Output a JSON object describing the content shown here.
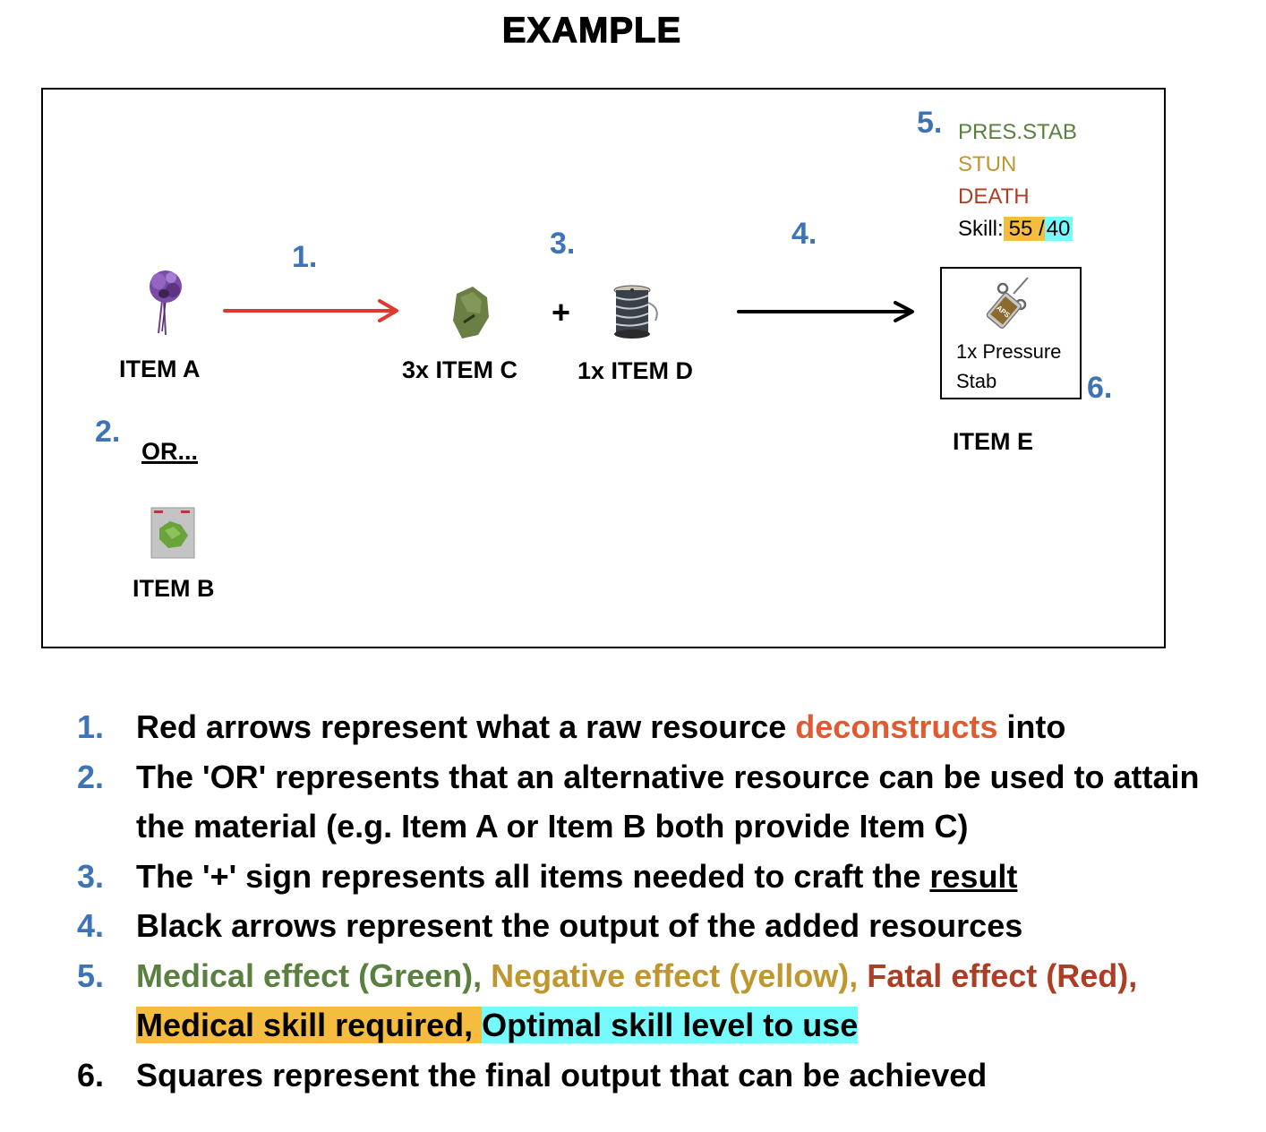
{
  "title": "EXAMPLE",
  "diagram": {
    "markers": {
      "m1": "1.",
      "m2": "2.",
      "m3": "3.",
      "m4": "4.",
      "m5": "5.",
      "m6": "6."
    },
    "items": {
      "a": "ITEM A",
      "b": "ITEM B",
      "c": "3x ITEM C",
      "d": "1x ITEM D",
      "e": "ITEM E"
    },
    "or_label": "OR...",
    "plus_sign": "+",
    "output_box": {
      "line1": "1x Pressure",
      "line2": "Stab",
      "icon_label": "APS"
    },
    "effects": {
      "medical": "PRES.STAB",
      "negative": "STUN",
      "fatal": "DEATH",
      "skill_label": "Skill:",
      "skill_required": "55 /",
      "skill_optimal": "40"
    },
    "arrows": [
      {
        "from": "ITEM A",
        "to": "3x ITEM C",
        "color": "#dd3a2f",
        "meaning": "deconstructs"
      },
      {
        "from": "1x ITEM D",
        "to": "ITEM E",
        "color": "#000000",
        "meaning": "output"
      }
    ]
  },
  "legend": {
    "items": [
      {
        "num": "1.",
        "parts": {
          "p1": "Red arrows represent what a raw resource ",
          "p2": "deconstructs",
          "p3": " into"
        }
      },
      {
        "num": "2.",
        "text": "The 'OR' represents that an alternative resource can be used to attain the material (e.g. Item A or Item B both provide Item C)"
      },
      {
        "num": "3.",
        "parts": {
          "p1": "The '+' sign represents all items needed to craft the ",
          "p2": "result"
        }
      },
      {
        "num": "4.",
        "text": "Black arrows represent the output of the added resources"
      },
      {
        "num": "5.",
        "parts": {
          "green": "Medical effect (Green), ",
          "yellow": "Negative effect (yellow), ",
          "red": "Fatal effect (Red), ",
          "orange_hl": "Medical skill required, ",
          "cyan_hl": "Optimal skill level to use"
        }
      },
      {
        "num": "6.",
        "text": "Squares represent the final output that can be achieved"
      }
    ]
  },
  "colors": {
    "marker_blue": "#3e73b8",
    "medical_green": "#5a8040",
    "negative_yellow": "#c0962f",
    "fatal_red": "#ad3e26",
    "deconstruct_orange": "#e05b31",
    "skill_required_bg": "#f4bd3f",
    "skill_optimal_bg": "#75fbfd",
    "red_arrow": "#dd3a2f"
  }
}
